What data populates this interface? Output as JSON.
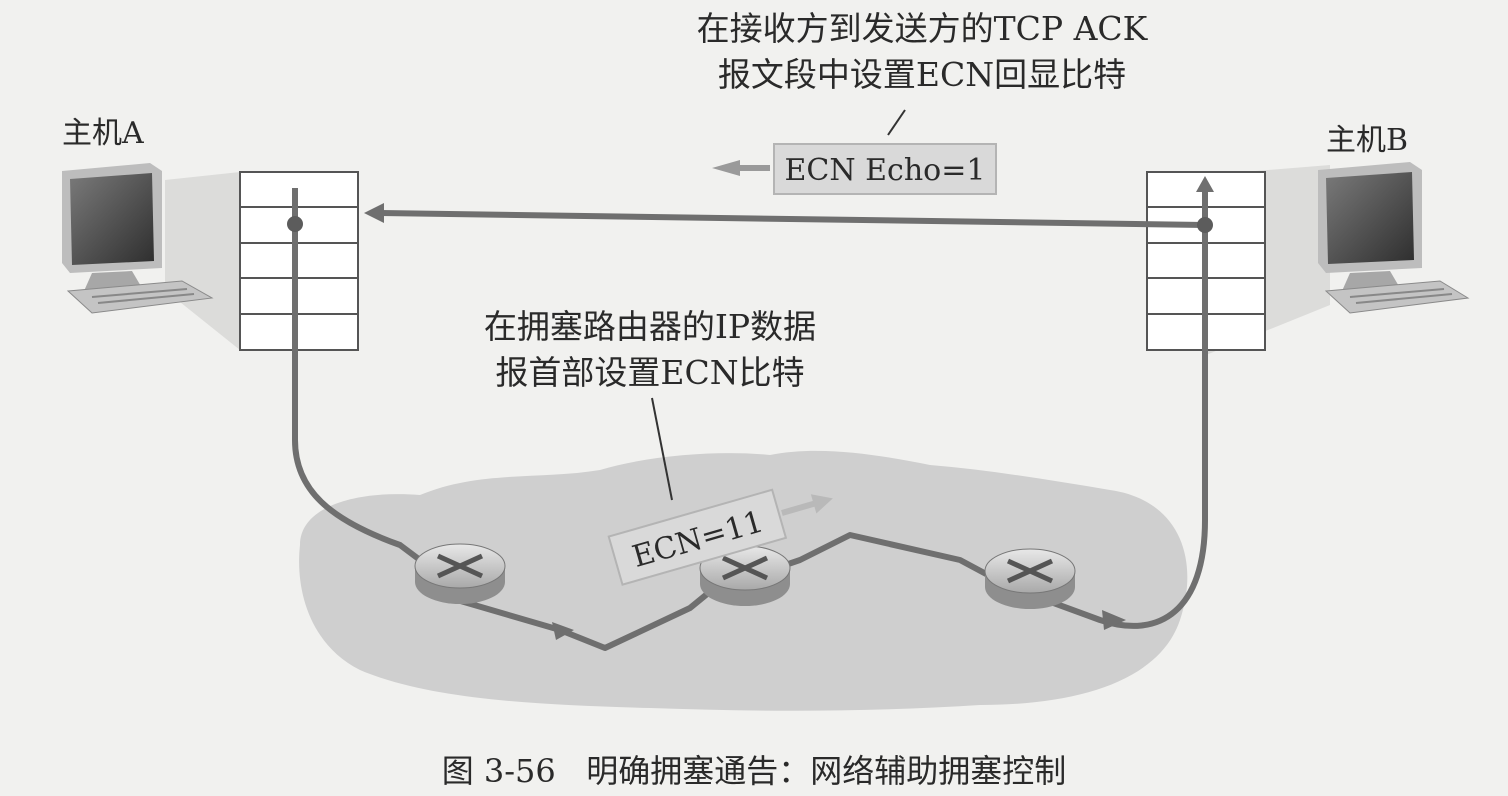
{
  "hosts": {
    "a_label": "主机A",
    "b_label": "主机B"
  },
  "annotations": {
    "ack_line1": "在接收方到发送方的TCP ACK",
    "ack_line2": "报文段中设置ECN回显比特",
    "router_line1": "在拥塞路由器的IP数据",
    "router_line2": "报首部设置ECN比特"
  },
  "packets": {
    "echo_tag": "ECN Echo=1",
    "ecn_tag": "ECN=11"
  },
  "caption": "图 3-56   明确拥塞通告：网络辅助拥塞控制",
  "colors": {
    "path": "#6f6f6f",
    "network_cloud": "#cfcfcf",
    "tag_fill": "#d9d9d9",
    "background": "#f1f1ef"
  },
  "icons": [
    "computer-icon",
    "router-icon",
    "protocol-stack"
  ]
}
